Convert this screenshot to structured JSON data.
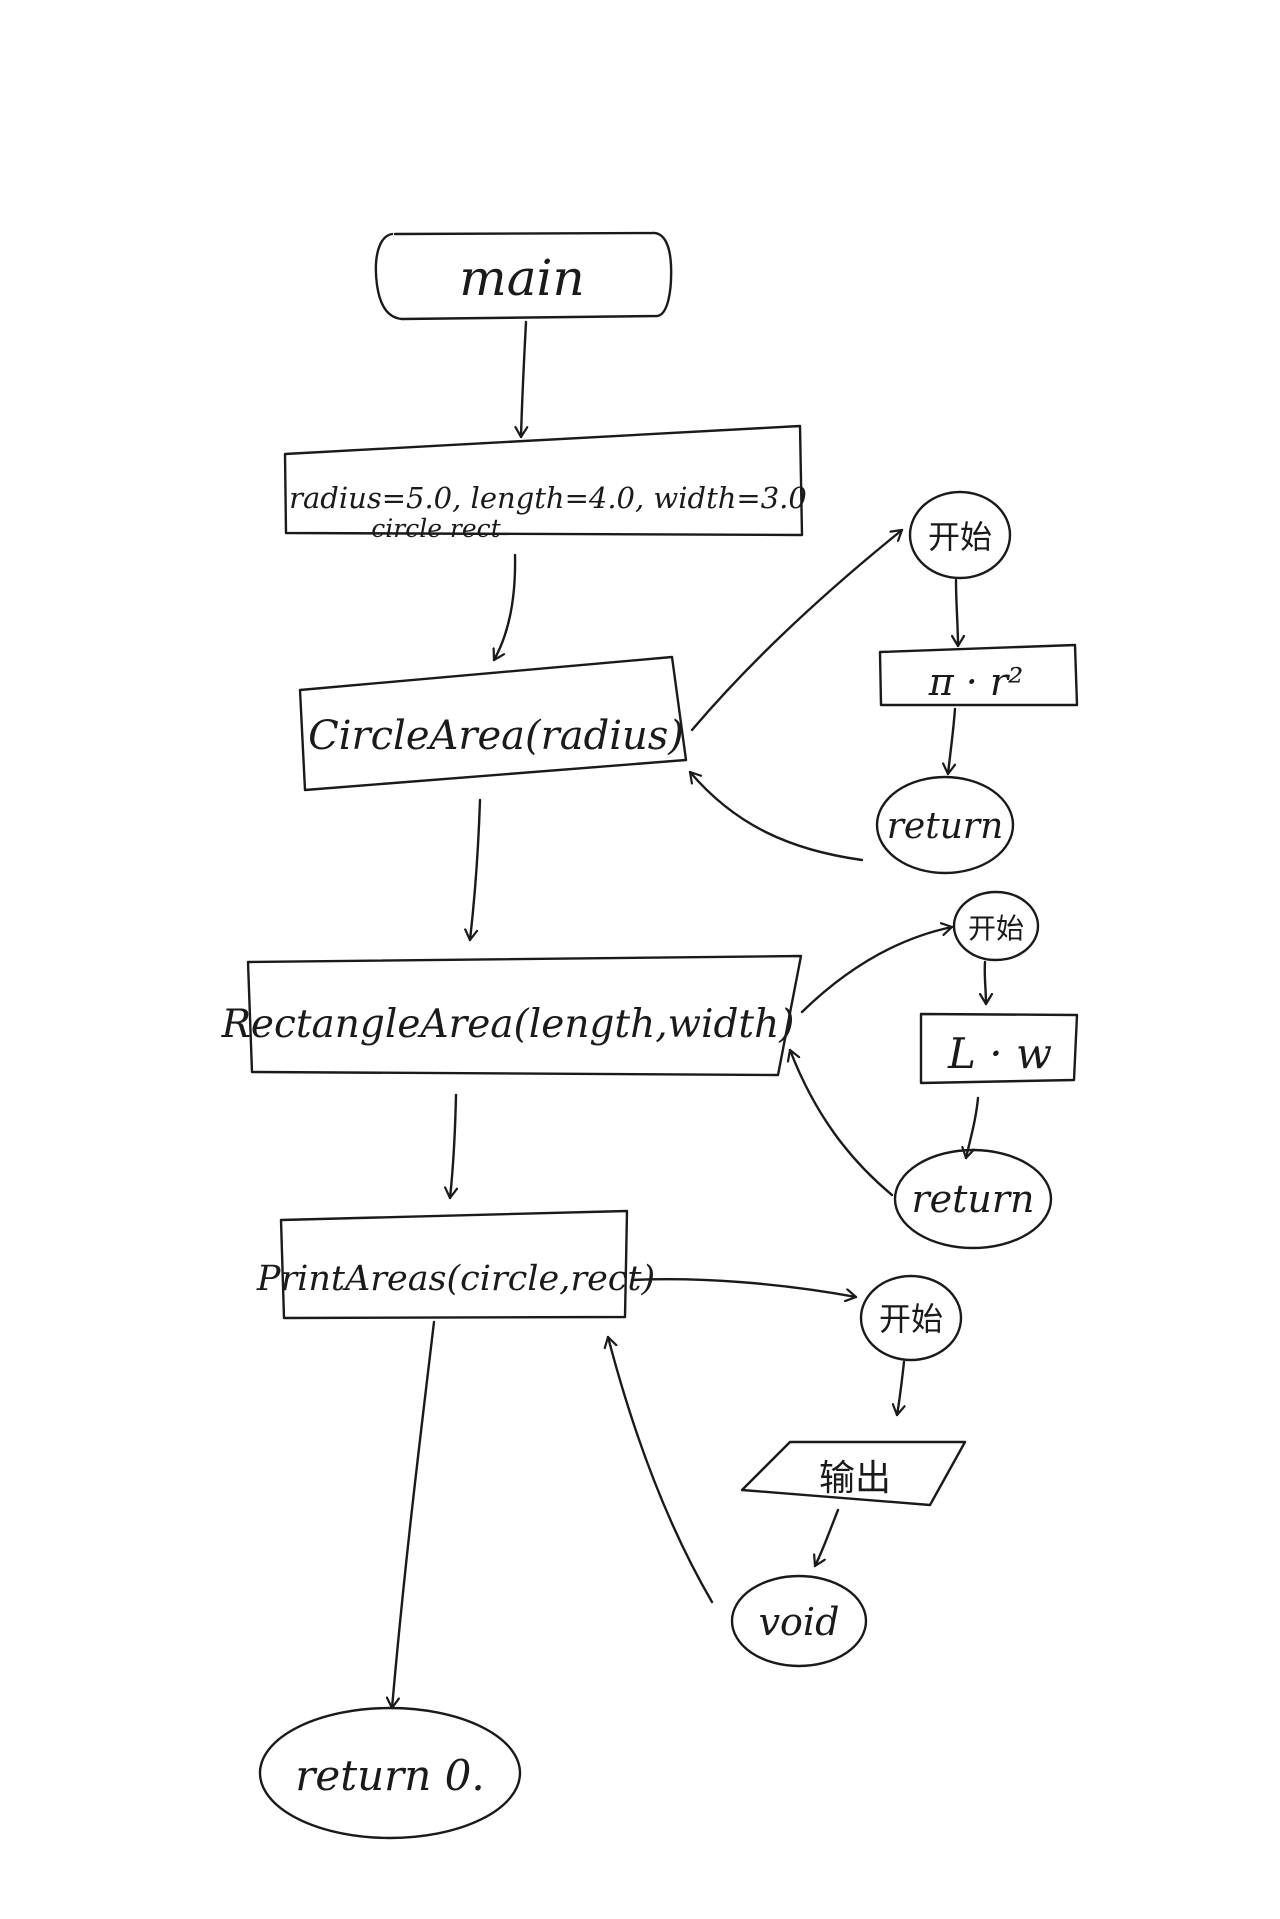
{
  "diagram": {
    "ink_color": "#1a1a1a",
    "paper_color": "#ffffff",
    "main": {
      "start_label": "main",
      "declare_line1": "radius=5.0, length=4.0, width=3.0",
      "declare_line2": "circle  rect",
      "circle_call": "CircleArea(radius)",
      "rect_call": "RectangleArea(length,width)",
      "print_call": "PrintAreas(circle,rect)",
      "end_label": "return 0."
    },
    "circle_func": {
      "start_label": "开始",
      "body_label": "π · r²",
      "end_label": "return"
    },
    "rect_func": {
      "start_label": "开始",
      "body_label": "L · w",
      "end_label": "return"
    },
    "print_func": {
      "start_label": "开始",
      "body_label": "输出",
      "end_label": "void"
    }
  }
}
